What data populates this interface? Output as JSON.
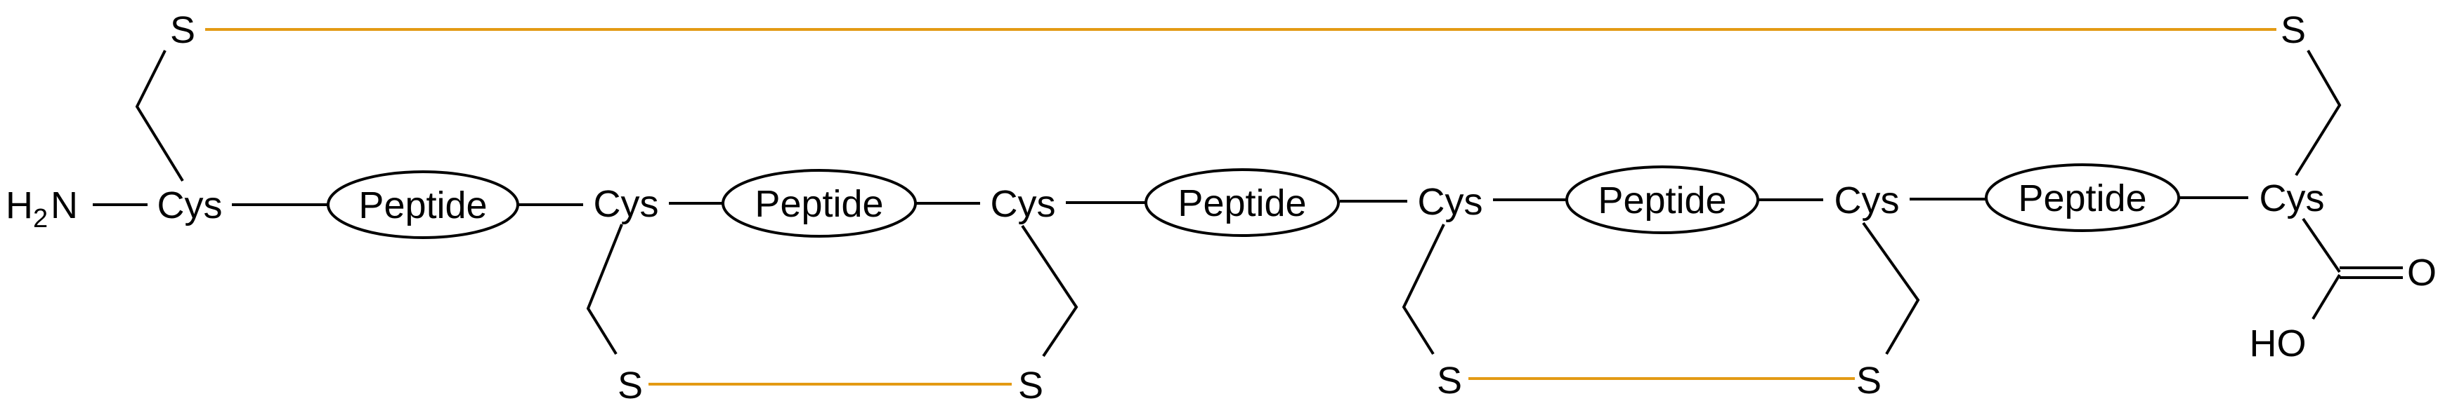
{
  "molecule": {
    "n_terminus": {
      "h": "H",
      "sub": "2",
      "n": "N"
    },
    "residues": [
      "Cys",
      "Cys",
      "Cys",
      "Cys",
      "Cys",
      "Cys"
    ],
    "peptides": [
      "Peptide",
      "Peptide",
      "Peptide",
      "Peptide",
      "Peptide"
    ],
    "sulfurs": [
      "S",
      "S",
      "S",
      "S",
      "S",
      "S"
    ],
    "c_terminus": {
      "carbonyl_o": "O",
      "hydroxyl": "HO"
    }
  },
  "colors": {
    "bond": "#000000",
    "disulfide_bridge": "#e39a14",
    "background": "#ffffff"
  }
}
